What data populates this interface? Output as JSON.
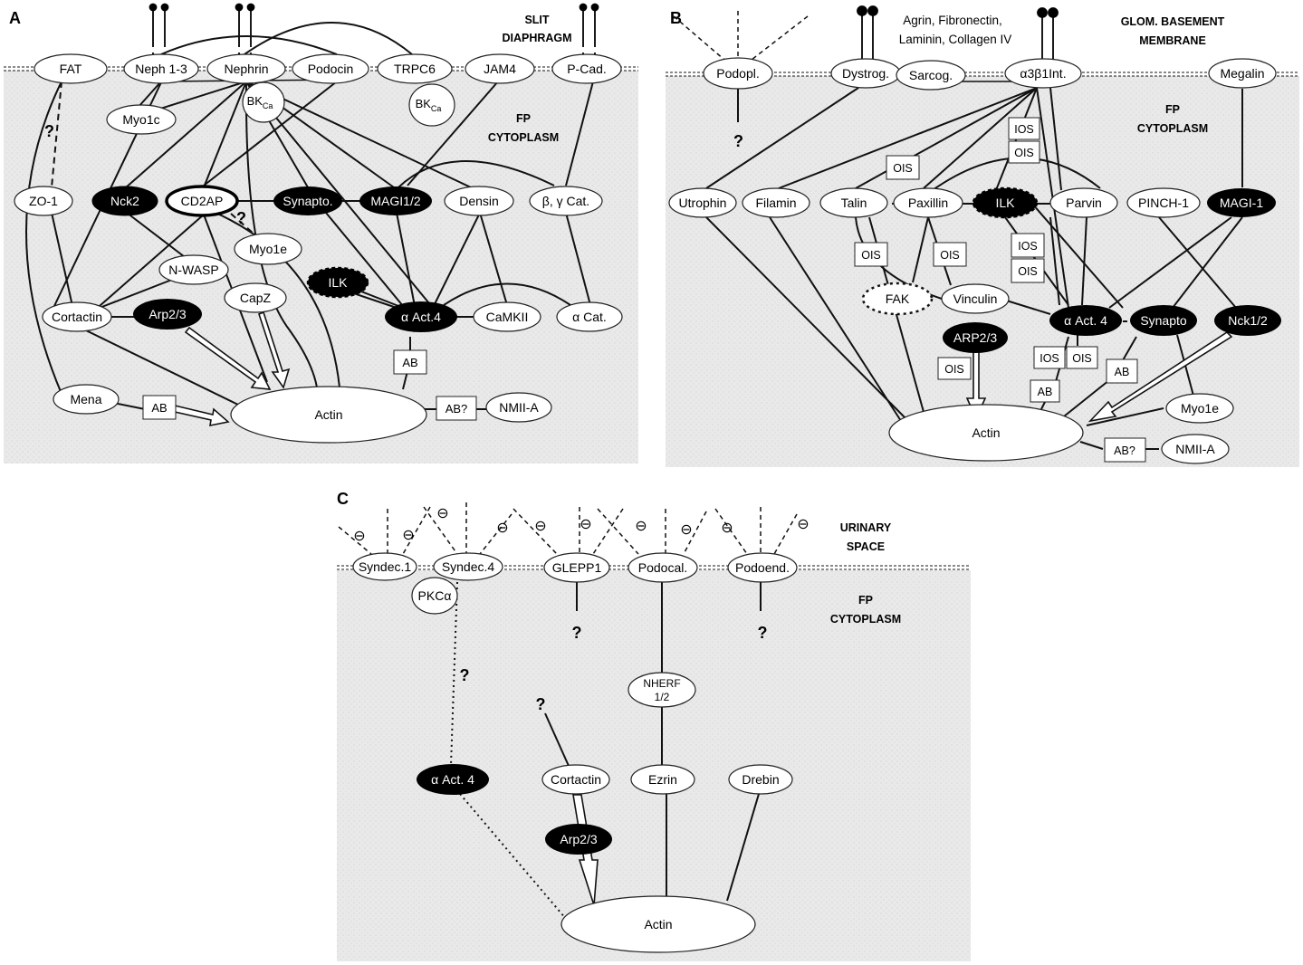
{
  "panels": [
    {
      "id": "A",
      "letter": "A",
      "membrane_label": [
        "SLIT",
        "DIAPHRAGM"
      ],
      "cytoplasm_label": [
        "FP",
        "CYTOPLASM"
      ],
      "nodes": [
        {
          "id": "FAT",
          "label": "FAT",
          "style": "white"
        },
        {
          "id": "Neph",
          "label": "Neph 1-3",
          "style": "white"
        },
        {
          "id": "Nephrin",
          "label": "Nephrin",
          "style": "white"
        },
        {
          "id": "Podocin",
          "label": "Podocin",
          "style": "white"
        },
        {
          "id": "TRPC6",
          "label": "TRPC6",
          "style": "white"
        },
        {
          "id": "JAM4",
          "label": "JAM4",
          "style": "white"
        },
        {
          "id": "PCad",
          "label": "P-Cad.",
          "style": "white"
        },
        {
          "id": "Myo1c",
          "label": "Myo1c",
          "style": "white"
        },
        {
          "id": "BKca1",
          "label": "BK",
          "sub": "Ca",
          "style": "white"
        },
        {
          "id": "BKca2",
          "label": "BK",
          "sub": "Ca",
          "style": "white"
        },
        {
          "id": "ZO1",
          "label": "ZO-1",
          "style": "white"
        },
        {
          "id": "Nck2",
          "label": "Nck2",
          "style": "black"
        },
        {
          "id": "CD2AP",
          "label": "CD2AP",
          "style": "thick"
        },
        {
          "id": "Synapto",
          "label": "Synapto.",
          "style": "black"
        },
        {
          "id": "MAGI",
          "label": "MAGI1/2",
          "style": "black"
        },
        {
          "id": "Densin",
          "label": "Densin",
          "style": "white"
        },
        {
          "id": "BGCat",
          "label": "β, γ Cat.",
          "style": "white"
        },
        {
          "id": "Myo1e",
          "label": "Myo1e",
          "style": "white"
        },
        {
          "id": "NWASP",
          "label": "N-WASP",
          "style": "white"
        },
        {
          "id": "ILK",
          "label": "ILK",
          "style": "dashblack"
        },
        {
          "id": "Cortactin",
          "label": "Cortactin",
          "style": "white"
        },
        {
          "id": "Arp23",
          "label": "Arp2/3",
          "style": "black"
        },
        {
          "id": "CapZ",
          "label": "CapZ",
          "style": "white"
        },
        {
          "id": "AAct4",
          "label": "α Act.4",
          "style": "black"
        },
        {
          "id": "CaMKII",
          "label": "CaMKII",
          "style": "white"
        },
        {
          "id": "ACat",
          "label": "α Cat.",
          "style": "white"
        },
        {
          "id": "Mena",
          "label": "Mena",
          "style": "white"
        },
        {
          "id": "Actin",
          "label": "Actin",
          "style": "white"
        },
        {
          "id": "NMIIA",
          "label": "NMII-A",
          "style": "white"
        }
      ],
      "boxes": [
        {
          "id": "AB1",
          "label": "AB"
        },
        {
          "id": "AB2",
          "label": "AB"
        },
        {
          "id": "AB3",
          "label": "AB?"
        }
      ],
      "question_marks": [
        "?",
        "?"
      ]
    },
    {
      "id": "B",
      "letter": "B",
      "membrane_label": [
        "GLOM. BASEMENT",
        "MEMBRANE"
      ],
      "ecm_label": [
        "Agrin, Fibronectin,",
        "Laminin, Collagen IV"
      ],
      "cytoplasm_label": [
        "FP",
        "CYTOPLASM"
      ],
      "nodes": [
        {
          "id": "Podopl",
          "label": "Podopl.",
          "style": "white"
        },
        {
          "id": "Dystrog",
          "label": "Dystrog.",
          "style": "white"
        },
        {
          "id": "Sarcog",
          "label": "Sarcog.",
          "style": "white"
        },
        {
          "id": "Int",
          "label": "α3β1Int.",
          "style": "white"
        },
        {
          "id": "Megalin",
          "label": "Megalin",
          "style": "white"
        },
        {
          "id": "Utrophin",
          "label": "Utrophin",
          "style": "white"
        },
        {
          "id": "Filamin",
          "label": "Filamin",
          "style": "white"
        },
        {
          "id": "Talin",
          "label": "Talin",
          "style": "white"
        },
        {
          "id": "Paxillin",
          "label": "Paxillin",
          "style": "white"
        },
        {
          "id": "ILK",
          "label": "ILK",
          "style": "dashblack"
        },
        {
          "id": "Parvin",
          "label": "Parvin",
          "style": "white"
        },
        {
          "id": "PINCH",
          "label": "PINCH-1",
          "style": "white"
        },
        {
          "id": "MAGI1",
          "label": "MAGI-1",
          "style": "black"
        },
        {
          "id": "FAK",
          "label": "FAK",
          "style": "dashwhite"
        },
        {
          "id": "Vinculin",
          "label": "Vinculin",
          "style": "white"
        },
        {
          "id": "ARP23",
          "label": "ARP2/3",
          "style": "black"
        },
        {
          "id": "AAct4",
          "label": "α Act. 4",
          "style": "black"
        },
        {
          "id": "Synapto",
          "label": "Synapto",
          "style": "black"
        },
        {
          "id": "Nck12",
          "label": "Nck1/2",
          "style": "black"
        },
        {
          "id": "Myo1e",
          "label": "Myo1e",
          "style": "white"
        },
        {
          "id": "Actin",
          "label": "Actin",
          "style": "white"
        },
        {
          "id": "NMIIA",
          "label": "NMII-A",
          "style": "white"
        }
      ],
      "boxes": [
        {
          "id": "IOS1",
          "label": "IOS"
        },
        {
          "id": "OIS1",
          "label": "OIS"
        },
        {
          "id": "OIS2",
          "label": "OIS"
        },
        {
          "id": "OIS3",
          "label": "OIS"
        },
        {
          "id": "OIS4",
          "label": "OIS"
        },
        {
          "id": "IOS2",
          "label": "IOS"
        },
        {
          "id": "OIS5",
          "label": "OIS"
        },
        {
          "id": "OIS6",
          "label": "OIS"
        },
        {
          "id": "IOS3",
          "label": "IOS"
        },
        {
          "id": "OIS7",
          "label": "OIS"
        },
        {
          "id": "AB1",
          "label": "AB"
        },
        {
          "id": "AB2",
          "label": "AB"
        },
        {
          "id": "AB3",
          "label": "AB?"
        }
      ],
      "question_marks": [
        "?"
      ]
    },
    {
      "id": "C",
      "letter": "C",
      "membrane_label": [
        "URINARY",
        "SPACE"
      ],
      "cytoplasm_label": [
        "FP",
        "CYTOPLASM"
      ],
      "charge_symbol": "⊖",
      "nodes": [
        {
          "id": "Syndec1",
          "label": "Syndec.1",
          "style": "white"
        },
        {
          "id": "Syndec4",
          "label": "Syndec.4",
          "style": "white"
        },
        {
          "id": "GLEPP1",
          "label": "GLEPP1",
          "style": "white"
        },
        {
          "id": "Podocal",
          "label": "Podocal.",
          "style": "white"
        },
        {
          "id": "Podoend",
          "label": "Podoend.",
          "style": "white"
        },
        {
          "id": "PKCa",
          "label": "PKCα",
          "style": "white"
        },
        {
          "id": "NHERF",
          "label": "NHERF",
          "label2": "1/2",
          "style": "white"
        },
        {
          "id": "AAct4",
          "label": "α Act. 4",
          "style": "black"
        },
        {
          "id": "Cortactin",
          "label": "Cortactin",
          "style": "white"
        },
        {
          "id": "Ezrin",
          "label": "Ezrin",
          "style": "white"
        },
        {
          "id": "Drebin",
          "label": "Drebin",
          "style": "white"
        },
        {
          "id": "Arp23",
          "label": "Arp2/3",
          "style": "black"
        },
        {
          "id": "Actin",
          "label": "Actin",
          "style": "white"
        }
      ],
      "question_marks": [
        "?",
        "?",
        "?",
        "?"
      ]
    }
  ]
}
